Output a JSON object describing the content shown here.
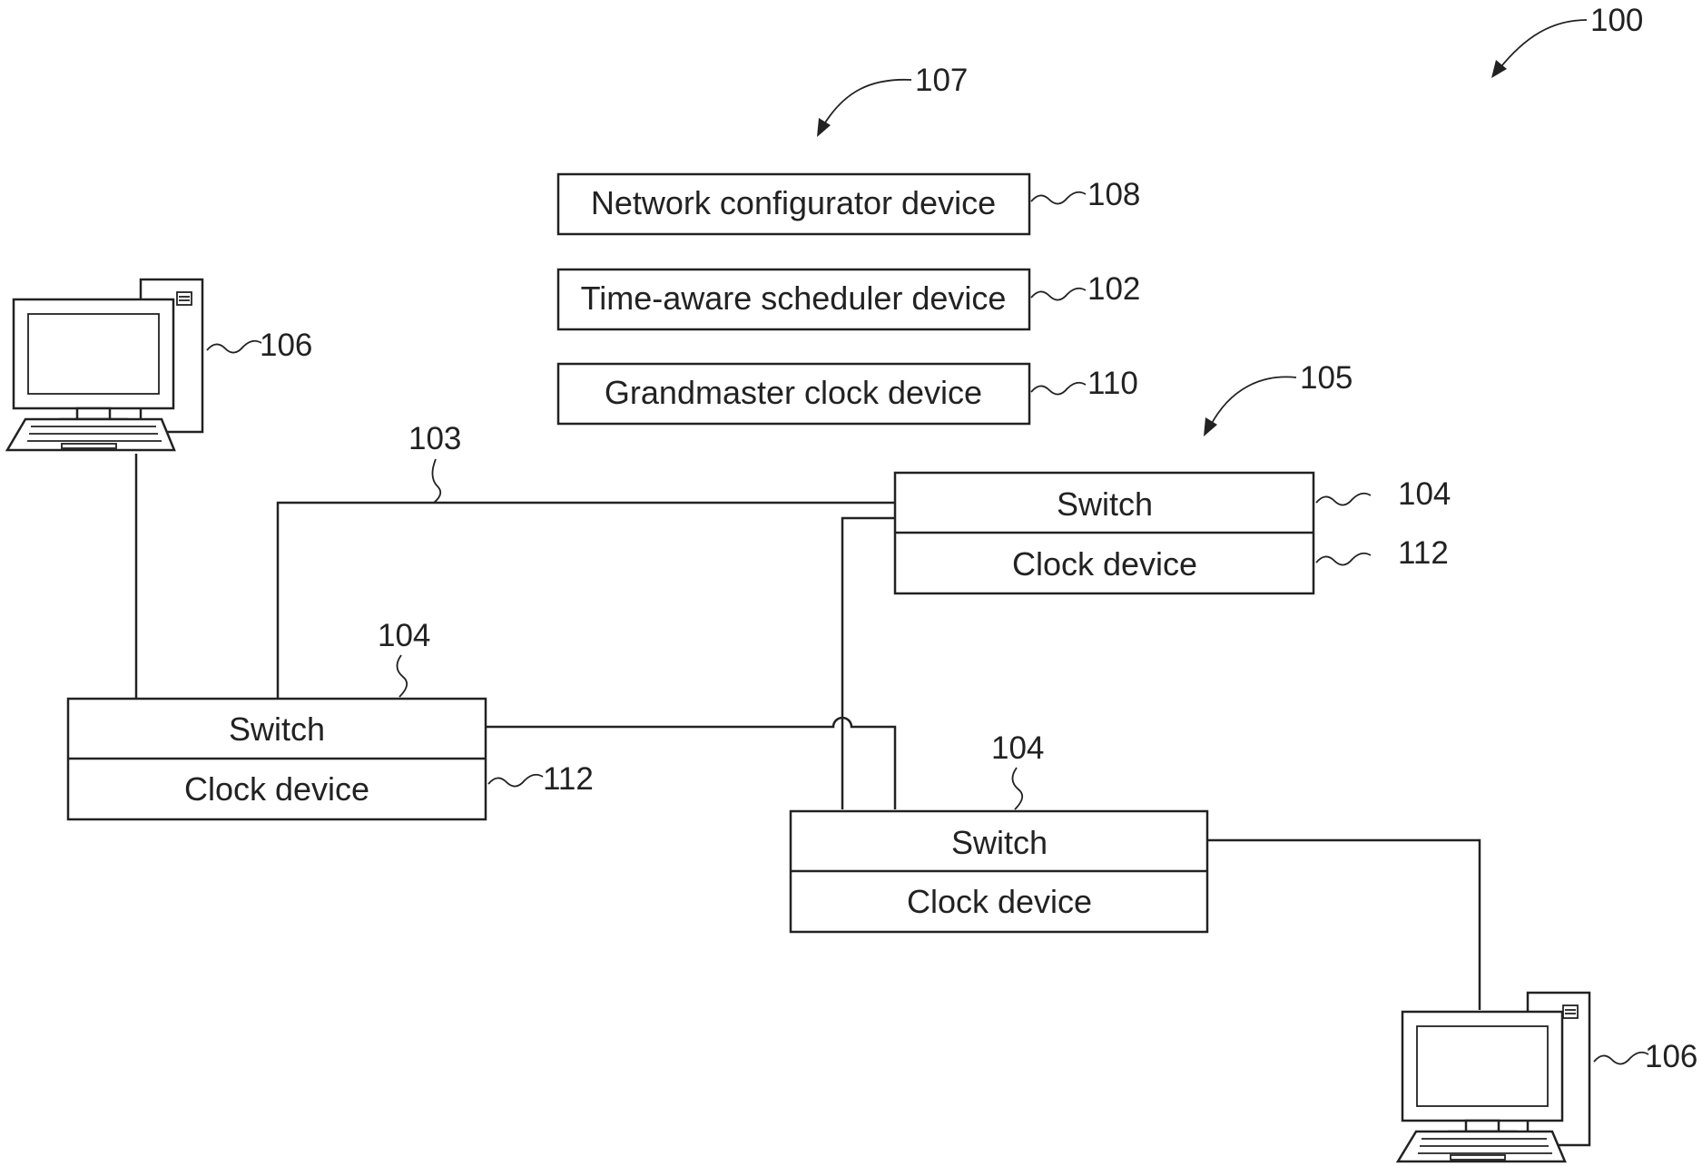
{
  "figure": {
    "ref_main": "100",
    "ref_group_top": "107",
    "ref_group_switches": "105",
    "ref_link": "103"
  },
  "config_devices": [
    {
      "label": "Network configurator device",
      "ref": "108"
    },
    {
      "label": "Time-aware scheduler device",
      "ref": "102"
    },
    {
      "label": "Grandmaster clock device",
      "ref": "110"
    }
  ],
  "switch_units": [
    {
      "switch_label": "Switch",
      "clock_label": "Clock device",
      "switch_ref": "104",
      "clock_ref": "112"
    },
    {
      "switch_label": "Switch",
      "clock_label": "Clock device",
      "switch_ref": "104",
      "clock_ref": "112"
    },
    {
      "switch_label": "Switch",
      "clock_label": "Clock device",
      "switch_ref": "104"
    }
  ],
  "computers": [
    {
      "ref": "106"
    },
    {
      "ref": "106"
    }
  ]
}
